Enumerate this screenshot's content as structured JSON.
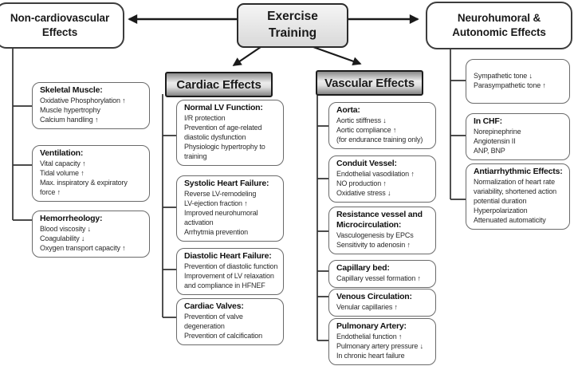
{
  "colors": {
    "header_grad_top": "#8a8a8a",
    "header_grad_bottom": "#858585",
    "root_grad_top": "#f5f5f5",
    "root_grad_bottom": "#d9d9d9"
  },
  "root": {
    "label": "Exercise\nTraining"
  },
  "branch_titles": {
    "non_cardio": "Non-cardiovascular\nEffects",
    "neuro": "Neurohumoral &\nAutonomic Effects"
  },
  "headers": {
    "cardiac": "Cardiac Effects",
    "vascular": "Vascular Effects"
  },
  "non_cardio_boxes": [
    {
      "title": "Skeletal Muscle:",
      "body": "Oxidative Phosphorylation ↑\nMuscle hypertrophy\nCalcium handling ↑"
    },
    {
      "title": "Ventilation:",
      "body": "Vital capacity ↑\nTidal volume ↑\nMax. inspiratory & expiratory\nforce ↑"
    },
    {
      "title": "Hemorrheology:",
      "body": "Blood viscosity ↓\nCoagulability ↓\nOxygen transport capacity ↑"
    }
  ],
  "cardiac_boxes": [
    {
      "title": "Normal LV Function:",
      "body": "I/R protection\nPrevention of age-related\ndiastolic dysfunction\nPhysiologic hypertrophy to\ntraining"
    },
    {
      "title": "Systolic Heart Failure:",
      "body": "Reverse LV-remodeling\nLV-ejection fraction ↑\nImproved neurohumoral\nactivation\nArrhytmia prevention"
    },
    {
      "title": "Diastolic Heart Failure:",
      "body": "Prevention of diastolic function\nImprovement of LV relaxation\nand compliance in HFNEF"
    },
    {
      "title": "Cardiac Valves:",
      "body": "Prevention of valve degeneration\nPrevention of calcification"
    }
  ],
  "vascular_boxes": [
    {
      "title": "Aorta:",
      "body": "Aortic stiffness ↓\nAortic compliance ↑\n(for endurance training only)"
    },
    {
      "title": "Conduit Vessel:",
      "body": "Endothelial vasodilation ↑\nNO production ↑\nOxidative stress ↓"
    },
    {
      "title": "Resistance vessel and Microcirculation:",
      "body": "Vasculogenesis by EPCs\nSensitivity to adenosin ↑"
    },
    {
      "title": "Capillary bed:",
      "body": "Capillary vessel formation ↑"
    },
    {
      "title": "Venous Circulation:",
      "body": "Venular capillaries ↑"
    },
    {
      "title": "Pulmonary Artery:",
      "body": "Endothelial function ↑\nPulmonary artery pressure ↓\nIn chronic heart failure"
    }
  ],
  "neuro_boxes": [
    {
      "title": "",
      "body": "Sympathetic tone ↓\nParasympathetic tone ↑"
    },
    {
      "title": "In CHF:",
      "body": "Norepinephrine\nAngiotensin II\nANP, BNP"
    },
    {
      "title": "Antiarrhythmic Effects:",
      "body": "Normalization of heart rate\nvariability, shortened action\npotential duration\nHyperpolarization\nAttenuated automaticity"
    }
  ]
}
